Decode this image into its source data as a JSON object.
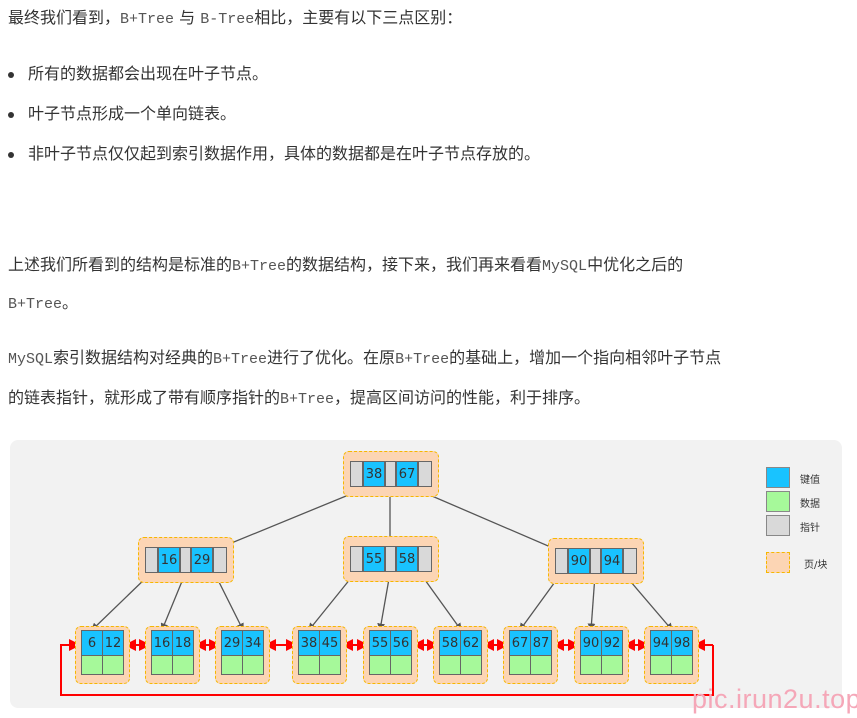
{
  "intro": {
    "t1": "最终我们看到，",
    "c1": "B+Tree",
    "t2": " 与 ",
    "c2": "B-Tree",
    "t3": "相比，主要有以下三点区别："
  },
  "bullets": [
    "所有的数据都会出现在叶子节点。",
    "叶子节点形成一个单向链表。",
    "非叶子节点仅仅起到索引数据作用，具体的数据都是在叶子节点存放的。"
  ],
  "para1": {
    "t1": "上述我们所看到的结构是标准的",
    "c1": "B+Tree",
    "t2": "的数据结构，接下来，我们再来看看",
    "c2": "MySQL",
    "t3": "中优化之后的",
    "c3": "B+Tree",
    "t4": "。"
  },
  "para2": {
    "c1": "MySQL",
    "t1": "索引数据结构对经典的",
    "c2": "B+Tree",
    "t2": "进行了优化。在原",
    "c3": "B+Tree",
    "t3": "的基础上，增加一个指向相邻叶子节点",
    "t4": "的链表指针，就形成了带有顺序指针的",
    "c4": "B+Tree",
    "t5": "，提高区间访问的性能，利于排序。"
  },
  "diagram": {
    "root": [
      "38",
      "67"
    ],
    "internal": [
      [
        "16",
        "29"
      ],
      [
        "55",
        "58"
      ],
      [
        "90",
        "94"
      ]
    ],
    "leaves": [
      [
        "6",
        "12"
      ],
      [
        "16",
        "18"
      ],
      [
        "29",
        "34"
      ],
      [
        "38",
        "45"
      ],
      [
        "55",
        "56"
      ],
      [
        "58",
        "62"
      ],
      [
        "67",
        "87"
      ],
      [
        "90",
        "92"
      ],
      [
        "94",
        "98"
      ]
    ],
    "legend": [
      {
        "label": "键值",
        "color": "#19c3ff"
      },
      {
        "label": "数据",
        "color": "#a6f99a"
      },
      {
        "label": "指针",
        "color": "#d9d9d9"
      },
      {
        "label": "页/块",
        "color": "#fcd5b4"
      }
    ],
    "link_color": "#ff0000"
  },
  "watermark": "pic.irun2u.top"
}
